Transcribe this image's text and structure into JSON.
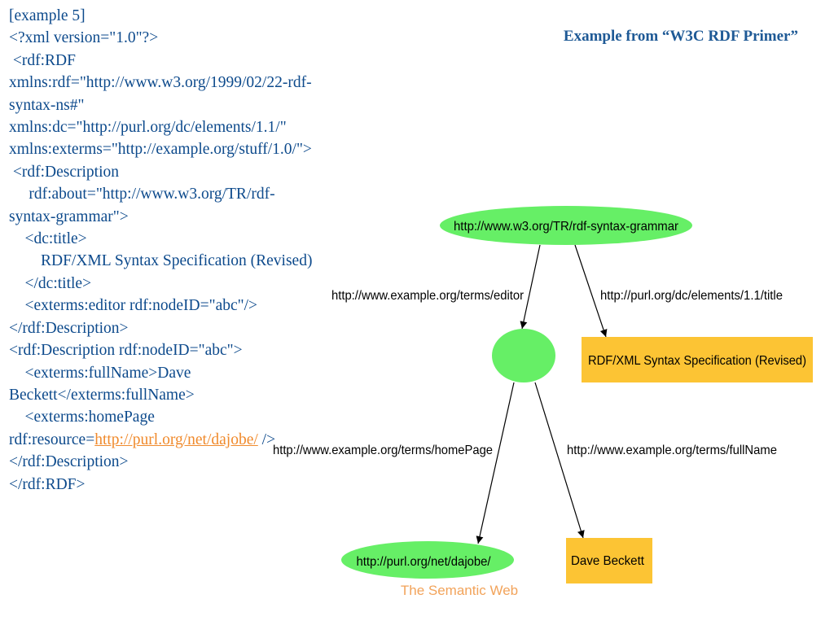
{
  "code_lines": [
    "[example 5]",
    "<?xml version=\"1.0\"?>",
    " <rdf:RDF",
    "xmlns:rdf=\"http://www.w3.org/1999/02/22-rdf-",
    "syntax-ns#\"",
    "xmlns:dc=\"http://purl.org/dc/elements/1.1/\"",
    "xmlns:exterms=\"http://example.org/stuff/1.0/\">",
    " <rdf:Description",
    "     rdf:about=\"http://www.w3.org/TR/rdf-",
    "syntax-grammar\">",
    "    <dc:title>",
    "        RDF/XML Syntax Specification (Revised)",
    "    </dc:title>",
    "    <exterms:editor rdf:nodeID=\"abc\"/>",
    "</rdf:Description>",
    "<rdf:Description rdf:nodeID=\"abc\">",
    "    <exterms:fullName>Dave",
    "Beckett</exterms:fullName>",
    "    <exterms:homePage",
    "rdf:resource=",
    "</rdf:Description>",
    "</rdf:RDF>"
  ],
  "code_link": {
    "text": "http://purl.org/net/dajobe/",
    "suffix": " />"
  },
  "reference_title": "Example from “W3C RDF Primer”",
  "footer_text": "The Semantic Web",
  "graph": {
    "nodes": {
      "grammar": "http://www.w3.org/TR/rdf-syntax-grammar",
      "blank": "",
      "title_literal": "RDF/XML Syntax Specification (Revised)",
      "homepage": "http://purl.org/net/dajobe/",
      "name_literal": "Dave Beckett"
    },
    "edges": {
      "editor": "http://www.example.org/terms/editor",
      "title": "http://purl.org/dc/elements/1.1/title",
      "homepage": "http://www.example.org/terms/homePage",
      "fullname": "http://www.example.org/terms/fullName"
    },
    "colors": {
      "resource_node": "#66ef66",
      "literal_node": "#fcc434",
      "edge": "#000000"
    }
  }
}
